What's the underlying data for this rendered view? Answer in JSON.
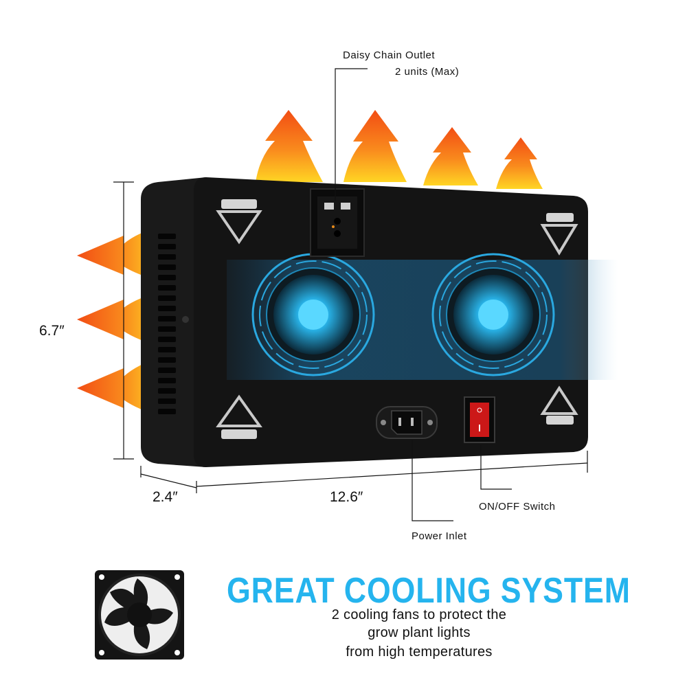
{
  "callouts": {
    "daisy_chain_line1": "Daisy Chain Outlet",
    "daisy_chain_line2": "2 units (Max)",
    "power_inlet": "Power Inlet",
    "switch": "ON/OFF Switch"
  },
  "dimensions": {
    "height": "6.7″",
    "depth": "2.4″",
    "width": "12.6″"
  },
  "feature": {
    "title": "GREAT COOLING SYSTEM",
    "line1": "2 cooling fans to protect the",
    "line2": "grow plant lights",
    "line3": "from high temperatures"
  },
  "colors": {
    "headline": "#25b4ee",
    "heat_arrow_orange": "#f46a1c",
    "heat_arrow_yellow": "#ffd21e",
    "fan_glow": "#3cc8ff",
    "housing": "#141414"
  }
}
